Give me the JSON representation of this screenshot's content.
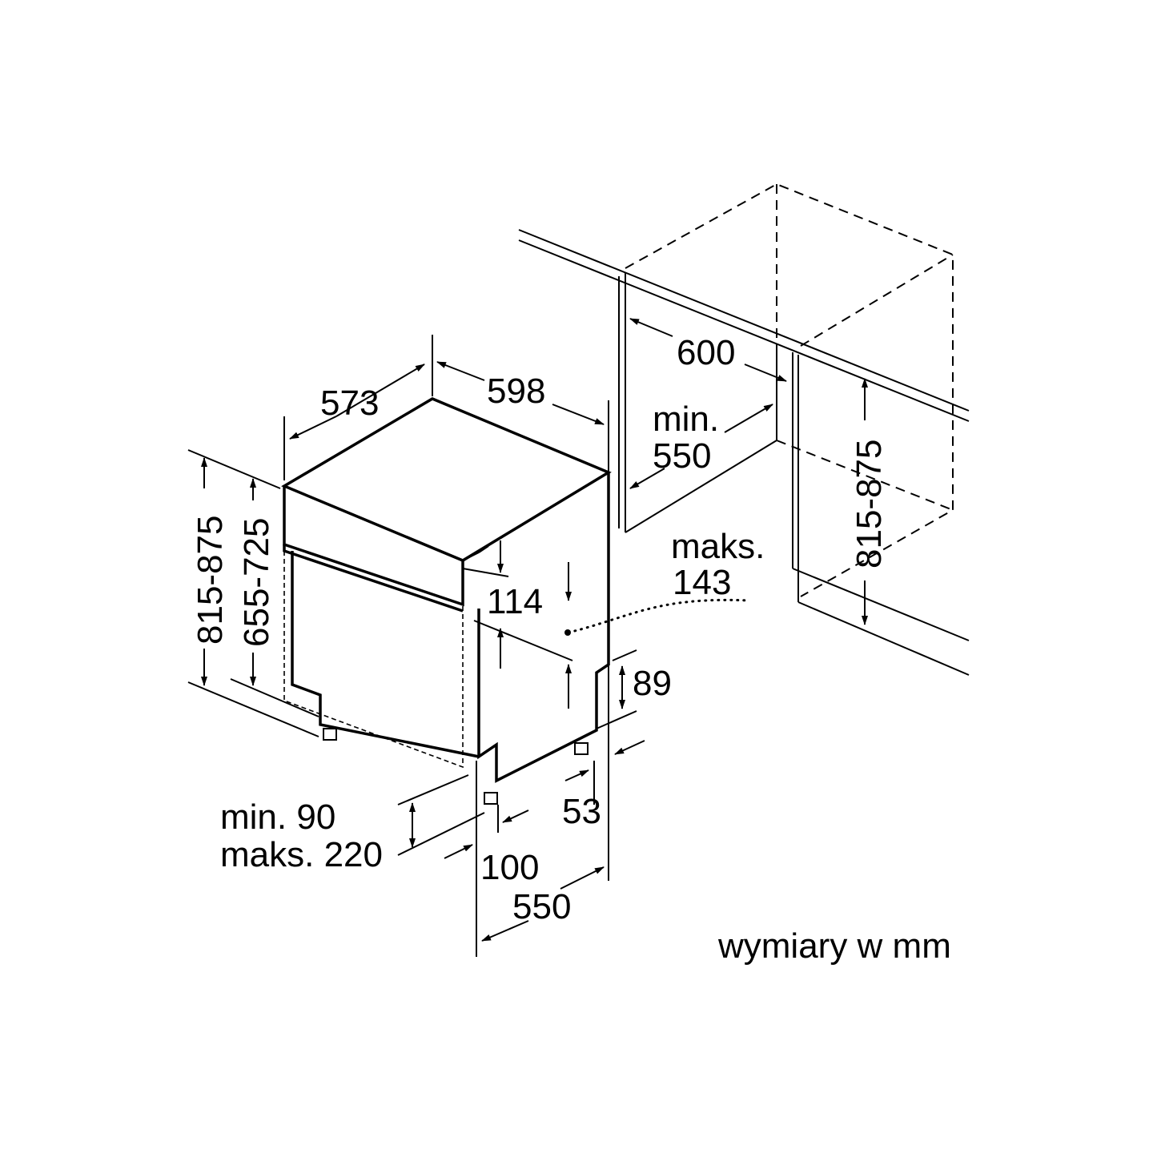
{
  "diagram": {
    "dims": {
      "depth_573": "573",
      "width_598": "598",
      "niche_width_600": "600",
      "niche_depth_min": "min.",
      "niche_depth_550": "550",
      "height_815_875_left": "815-875",
      "height_655_725": "655-725",
      "height_815_875_right": "815-875",
      "door_gap_maks": "maks.",
      "door_gap_143": "143",
      "panel_114": "114",
      "plinth_89": "89",
      "foot_53": "53",
      "plinth_min": "min. 90",
      "plinth_maks": "maks. 220",
      "foot_100": "100",
      "depth_550": "550"
    },
    "units_note": "wymiary w mm"
  }
}
